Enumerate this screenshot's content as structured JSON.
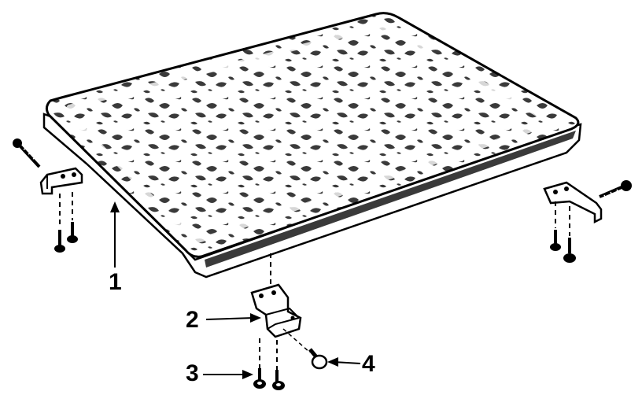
{
  "diagram": {
    "callouts": [
      "1",
      "2",
      "3",
      "4"
    ],
    "ink_color": "#000000",
    "paper_color": "#ffffff",
    "texture_color": "#3a3a3a"
  }
}
